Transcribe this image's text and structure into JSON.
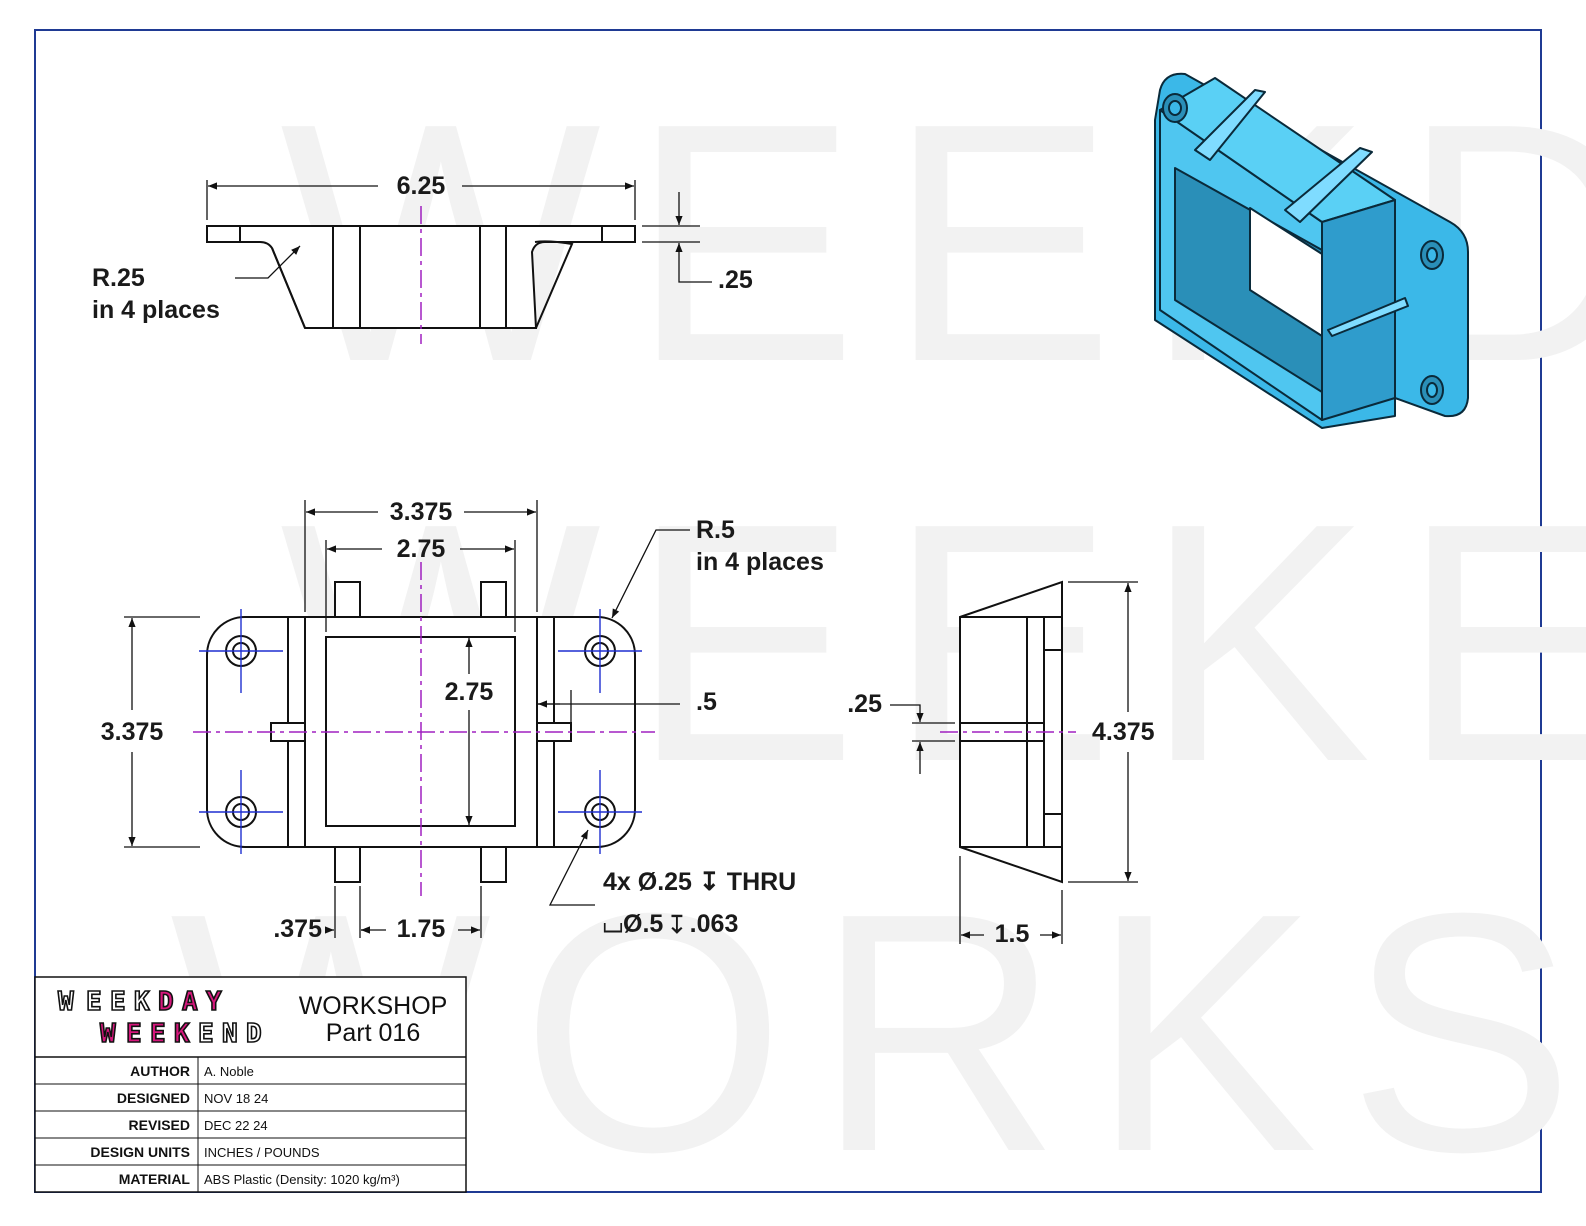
{
  "watermark": {
    "line1": "WEEKDAY",
    "line2": "WEEKEND",
    "line3": "WORKSHOP"
  },
  "top_view": {
    "width_dim": "6.25",
    "thickness_dim": ".25",
    "radius_note_line1": "R.25",
    "radius_note_line2": "in 4 places"
  },
  "front_view": {
    "outer_width_dim": "3.375",
    "inner_width_dim": "2.75",
    "inner_height_dim": "2.75",
    "outer_height_dim": "3.375",
    "tab_dim": ".5",
    "radius_note_line1": "R.5",
    "radius_note_line2": "in 4 places",
    "post_width_dim": ".375",
    "post_spacing_dim": "1.75",
    "hole_note_line1": "4x Ø.25 ↧ THRU",
    "hole_note_line2": "⌴Ø.5 ↧ .063"
  },
  "side_view": {
    "height_dim": "4.375",
    "depth_dim": "1.5",
    "rib_dim": ".25"
  },
  "iso_view": {
    "color": "#3bb8e8"
  },
  "title_block": {
    "logo_line1": [
      "W",
      "E",
      "E",
      "K",
      "D",
      "A",
      "Y"
    ],
    "logo_line2": [
      "W",
      "E",
      "E",
      "K",
      "E",
      "N",
      "D"
    ],
    "title_line1": "WORKSHOP",
    "title_line2": "Part 016",
    "rows": [
      {
        "label": "AUTHOR",
        "value": "A. Noble"
      },
      {
        "label": "DESIGNED",
        "value": "NOV 18 24"
      },
      {
        "label": "REVISED",
        "value": "DEC 22 24"
      },
      {
        "label": "DESIGN UNITS",
        "value": "INCHES / POUNDS"
      },
      {
        "label": "MATERIAL",
        "value": "ABS Plastic (Density: 1020 kg/m³)"
      }
    ]
  },
  "colors": {
    "border": "#1f3a93",
    "centerline": "#a020c0",
    "holeline": "#1f2fd0",
    "accent": "#d6177c"
  }
}
